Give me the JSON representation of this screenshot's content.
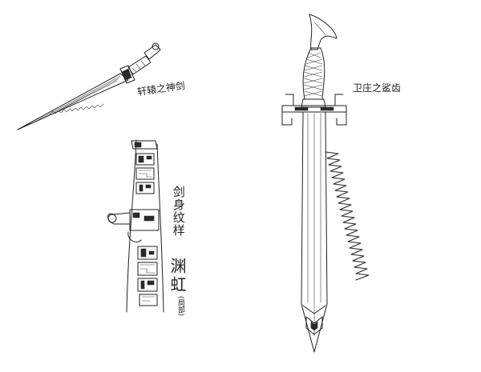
{
  "labels": {
    "sword_small_caption": "轩辕之神剑",
    "sword_large_caption": "卫庄之鲨齿",
    "detail_caption": "剑身纹样",
    "detail_side_text": "渊虹",
    "detail_note": "(局部)"
  }
}
